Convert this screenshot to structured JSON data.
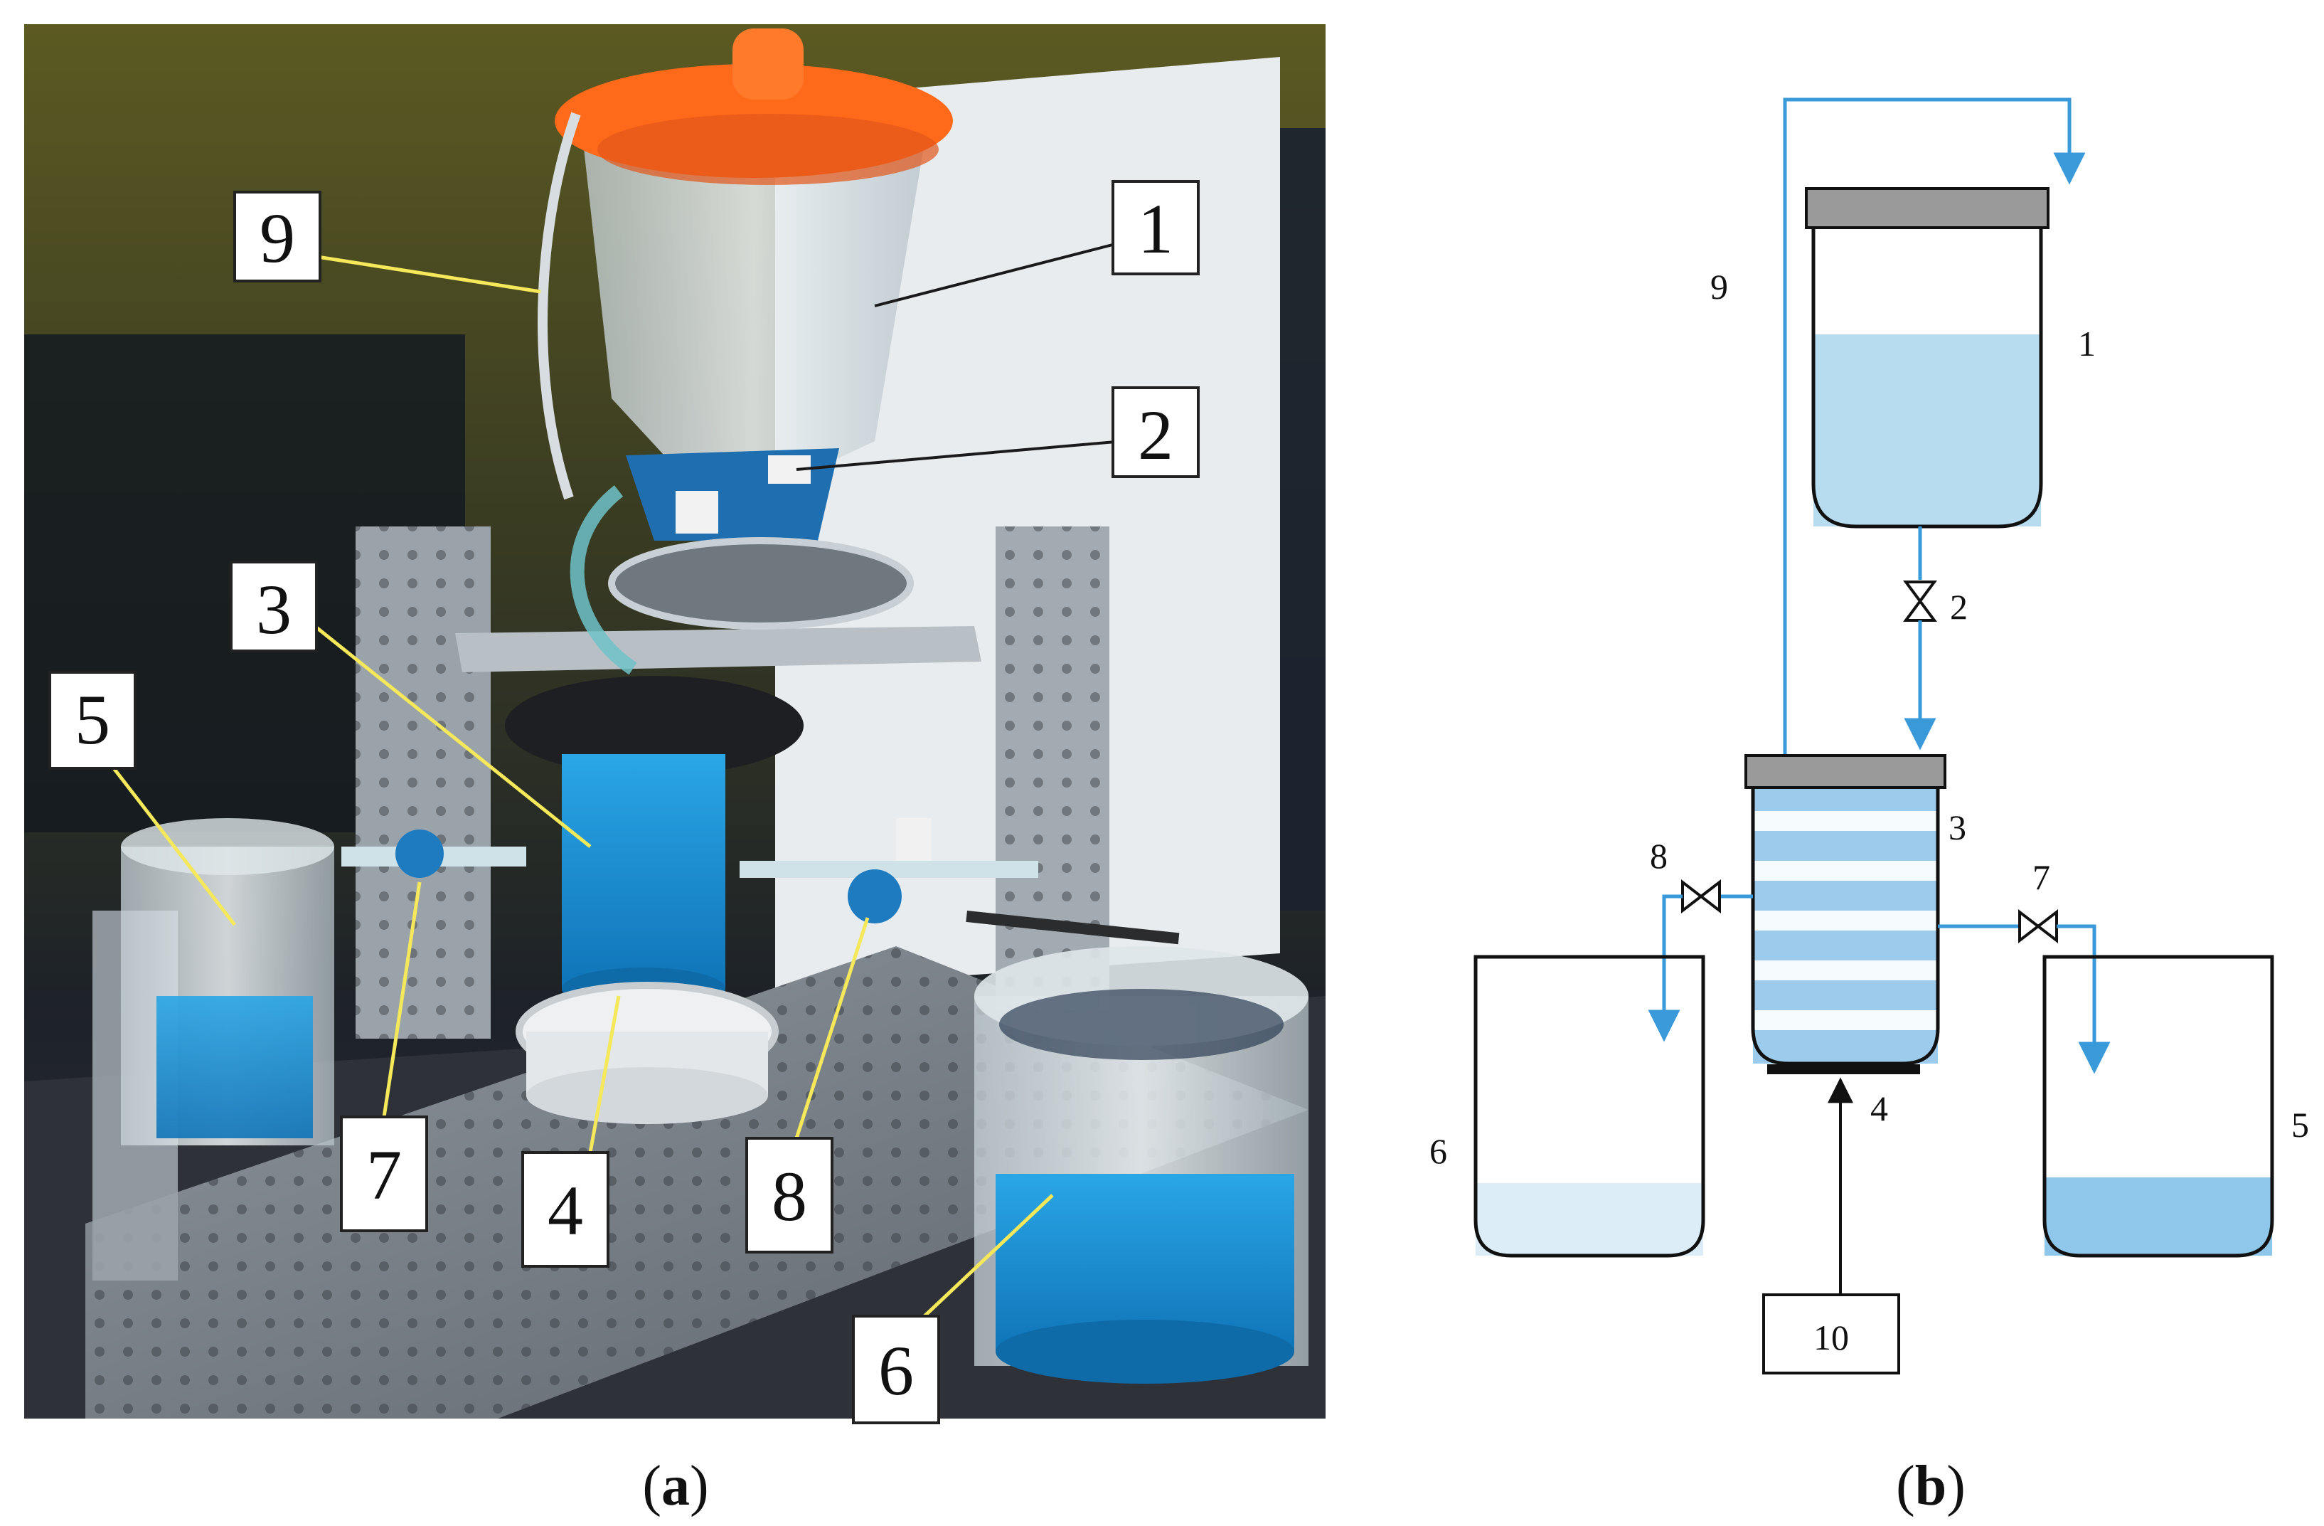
{
  "photo": {
    "labels": [
      "1",
      "2",
      "3",
      "4",
      "5",
      "6",
      "7",
      "8",
      "9"
    ]
  },
  "schematic": {
    "labels": [
      "1",
      "2",
      "3",
      "4",
      "5",
      "6",
      "7",
      "8",
      "9",
      "10"
    ]
  },
  "captions": {
    "a_open": "(",
    "a_letter": "a",
    "a_close": ")",
    "b_open": "(",
    "b_letter": "b",
    "b_close": ")"
  },
  "colors": {
    "flow_line": "#3a9ad9",
    "leader_yellow": "#f5e85a",
    "liquid_light": "#b7dcf0",
    "liquid_mid": "#8ec7ea",
    "lid_gray": "#9a9a9a",
    "photo_blue": "#1f8ad0",
    "photo_orange": "#ff6a1a"
  }
}
